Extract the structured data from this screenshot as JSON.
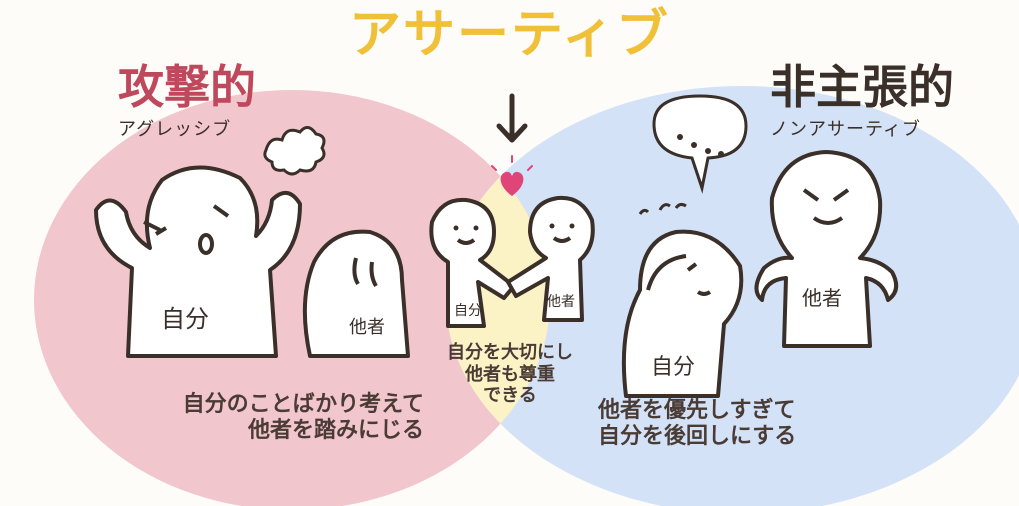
{
  "title": "アサーティブ",
  "left": {
    "label": "攻撃的",
    "sub": "アグレッシブ",
    "description": [
      "自分のことばかり考えて",
      "他者を踏みにじる"
    ],
    "fill": "#f2c6cd"
  },
  "right": {
    "label": "非主張的",
    "sub": "ノンアサーティブ",
    "description": [
      "他者を優先しすぎて",
      "自分を後回しにする"
    ],
    "fill": "#d3e2f7"
  },
  "center": {
    "description": [
      "自分を大切にし",
      "他者も尊重",
      "できる"
    ],
    "fill": "#fbf2c6"
  },
  "figure_labels": {
    "self": "自分",
    "other": "他者"
  },
  "colors": {
    "title": "#efc038",
    "aggressive": "#c0485c",
    "ink": "#3b2f2a",
    "heart": "#e0457a"
  }
}
